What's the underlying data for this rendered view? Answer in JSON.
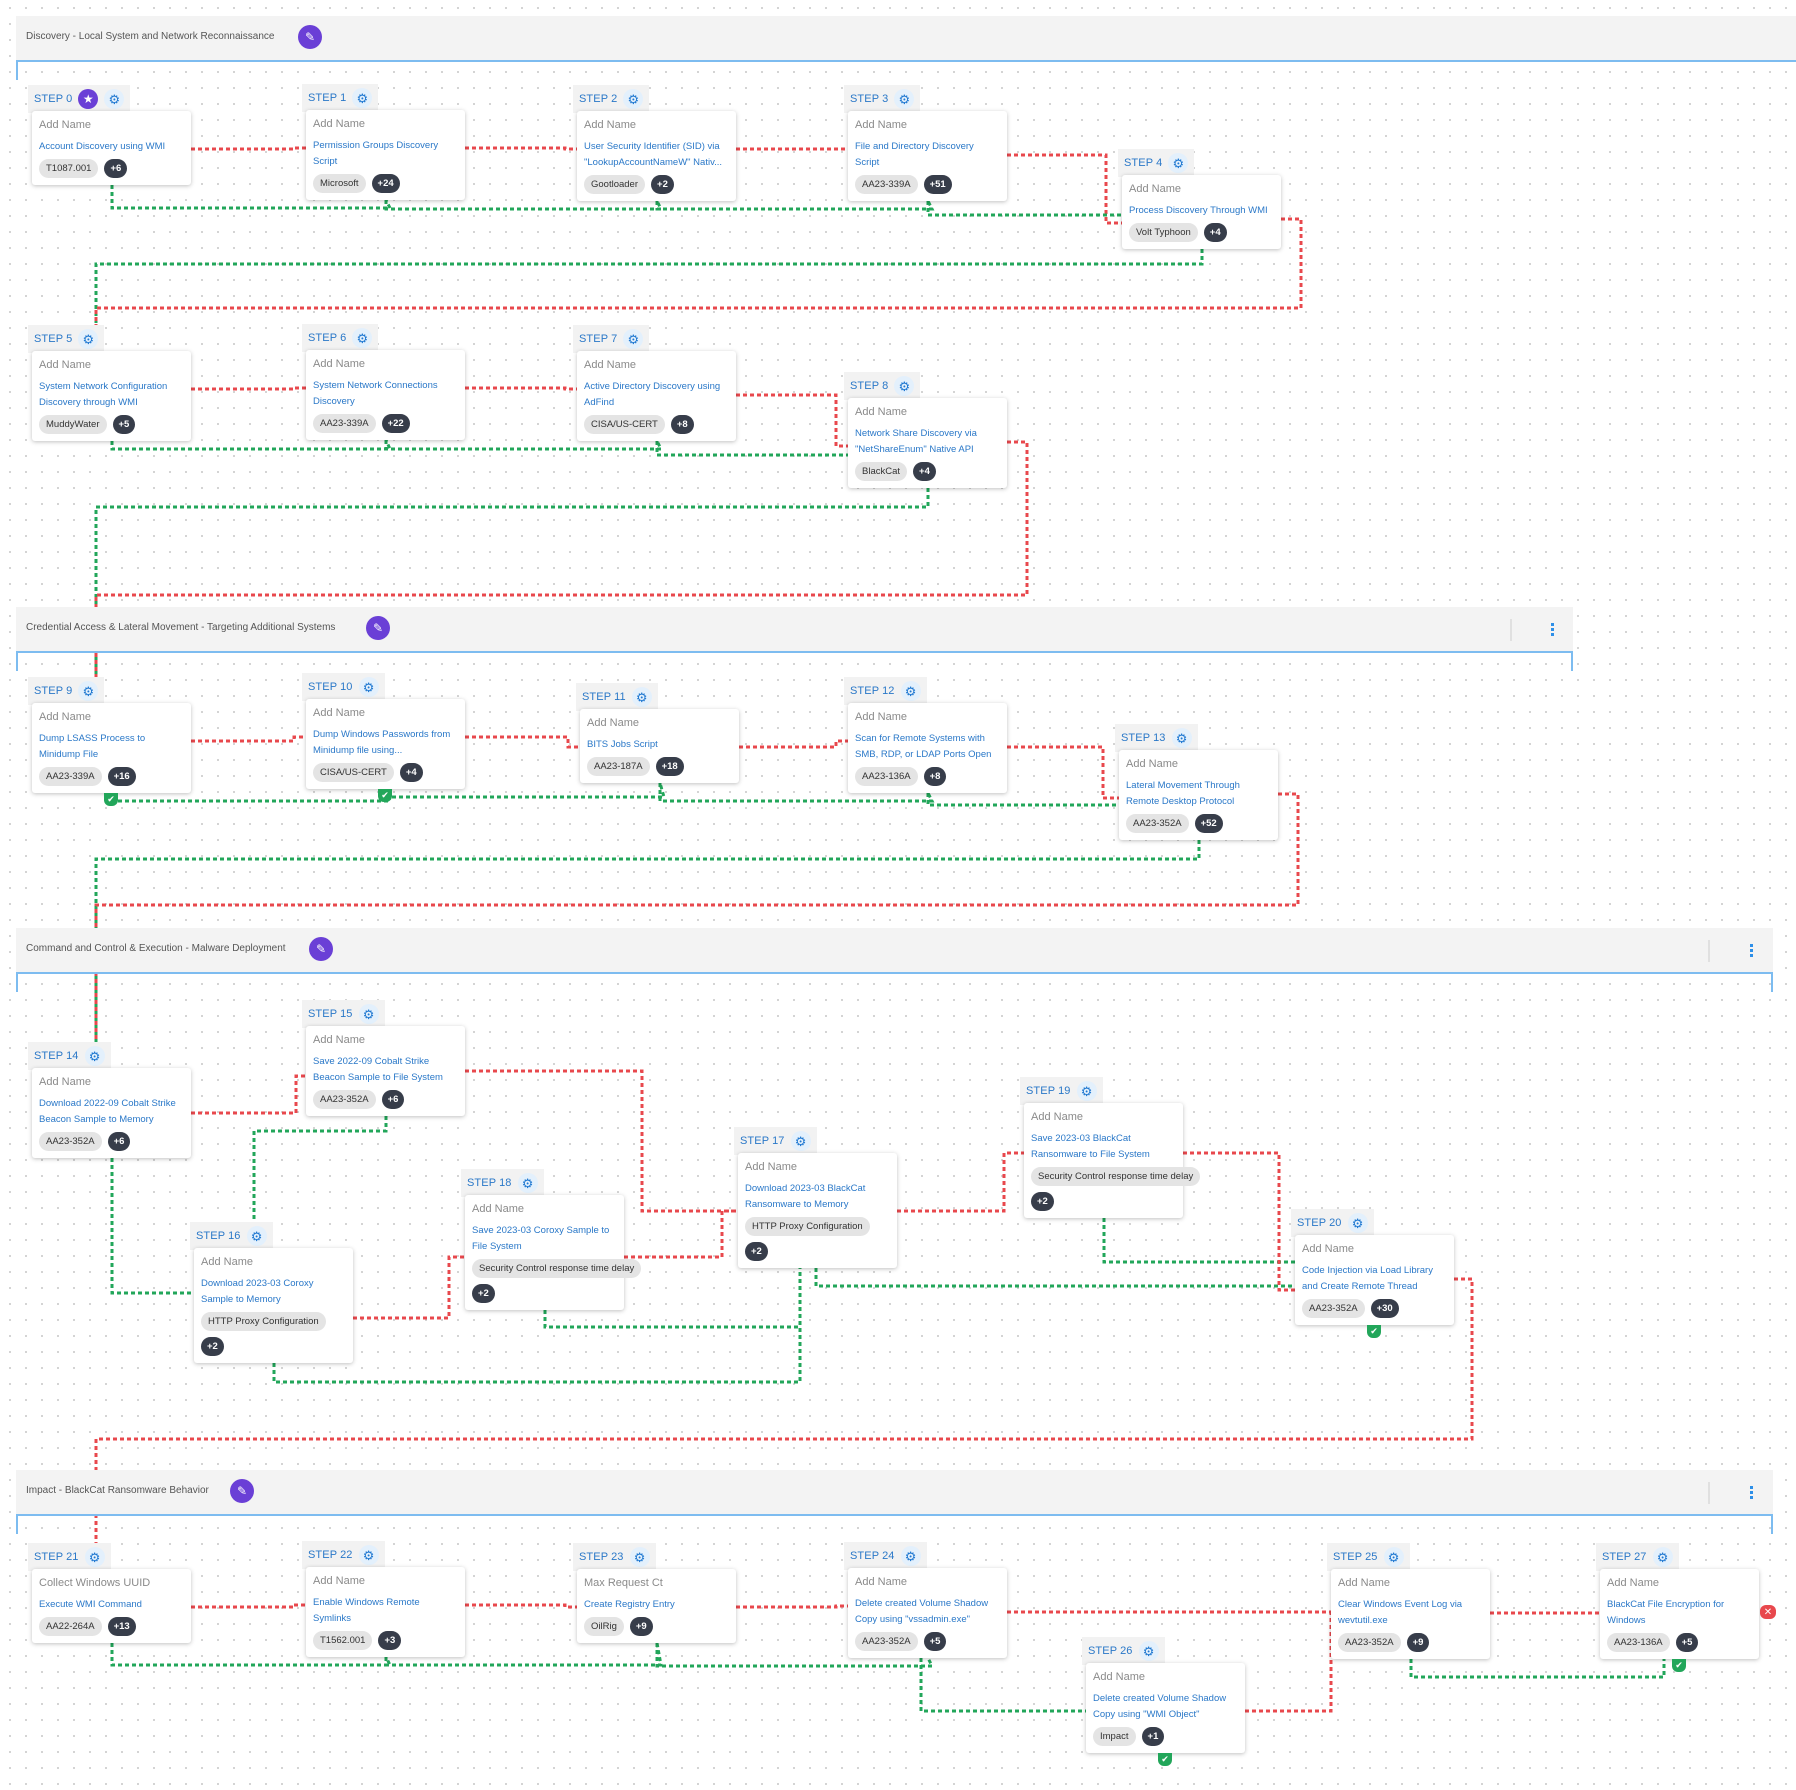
{
  "colors": {
    "success_edge": "#22a65a",
    "failure_edge": "#e8484d",
    "accent": "#6a3fd6",
    "link": "#2a78c8",
    "section_rule": "#7dbcf0"
  },
  "sections": [
    {
      "title": "Discovery - Local System and Network Reconnaissance",
      "edit_icon": "pencil-icon",
      "has_menu": false
    },
    {
      "title": "Credential Access & Lateral Movement - Targeting Additional Systems",
      "edit_icon": "pencil-icon",
      "has_menu": true
    },
    {
      "title": "Command and Control & Execution - Malware Deployment",
      "edit_icon": "pencil-icon",
      "has_menu": true
    },
    {
      "title": "Impact - BlackCat Ransomware Behavior",
      "edit_icon": "pencil-icon",
      "has_menu": true
    }
  ],
  "steps": [
    {
      "label": "STEP 0",
      "name": "Add Name",
      "desc": "Account Discovery using WMI",
      "tag": "T1087.001",
      "count": "+6",
      "start": true
    },
    {
      "label": "STEP 1",
      "name": "Add Name",
      "desc": "Permission Groups Discovery Script",
      "tag": "Microsoft",
      "count": "+24"
    },
    {
      "label": "STEP 2",
      "name": "Add Name",
      "desc": "User Security Identifier (SID) via \"LookupAccountNameW\" Nativ...",
      "tag": "Gootloader",
      "count": "+2"
    },
    {
      "label": "STEP 3",
      "name": "Add Name",
      "desc": "File and Directory Discovery Script",
      "tag": "AA23-339A",
      "count": "+51"
    },
    {
      "label": "STEP 4",
      "name": "Add Name",
      "desc": "Process Discovery Through WMI",
      "tag": "Volt Typhoon",
      "count": "+4"
    },
    {
      "label": "STEP 5",
      "name": "Add Name",
      "desc": "System Network Configuration Discovery through WMI",
      "tag": "MuddyWater",
      "count": "+5"
    },
    {
      "label": "STEP 6",
      "name": "Add Name",
      "desc": "System Network Connections Discovery",
      "tag": "AA23-339A",
      "count": "+22"
    },
    {
      "label": "STEP 7",
      "name": "Add Name",
      "desc": "Active Directory Discovery using AdFind",
      "tag": "CISA/US-CERT",
      "count": "+8"
    },
    {
      "label": "STEP 8",
      "name": "Add Name",
      "desc": "Network Share Discovery via \"NetShareEnum\" Native API",
      "tag": "BlackCat",
      "count": "+4"
    },
    {
      "label": "STEP 9",
      "name": "Add Name",
      "desc": "Dump LSASS Process to Minidump File",
      "tag": "AA23-339A",
      "count": "+16",
      "status": "success"
    },
    {
      "label": "STEP 10",
      "name": "Add Name",
      "desc": "Dump Windows Passwords from Minidump file using...",
      "tag": "CISA/US-CERT",
      "count": "+4",
      "status": "success"
    },
    {
      "label": "STEP 11",
      "name": "Add Name",
      "desc": "BITS Jobs Script",
      "tag": "AA23-187A",
      "count": "+18"
    },
    {
      "label": "STEP 12",
      "name": "Add Name",
      "desc": "Scan for Remote Systems with SMB, RDP, or LDAP Ports Open",
      "tag": "AA23-136A",
      "count": "+8"
    },
    {
      "label": "STEP 13",
      "name": "Add Name",
      "desc": "Lateral Movement Through Remote Desktop Protocol",
      "tag": "AA23-352A",
      "count": "+52"
    },
    {
      "label": "STEP 14",
      "name": "Add Name",
      "desc": "Download 2022-09 Cobalt Strike Beacon Sample to Memory",
      "tag": "AA23-352A",
      "count": "+6"
    },
    {
      "label": "STEP 15",
      "name": "Add Name",
      "desc": "Save 2022-09 Cobalt Strike Beacon Sample to File System",
      "tag": "AA23-352A",
      "count": "+6"
    },
    {
      "label": "STEP 16",
      "name": "Add Name",
      "desc": "Download 2023-03 Coroxy Sample to Memory",
      "tag": "HTTP Proxy Configuration",
      "count": "+2"
    },
    {
      "label": "STEP 17",
      "name": "Add Name",
      "desc": "Download 2023-03 BlackCat Ransomware to Memory",
      "tag": "HTTP Proxy Configuration",
      "count": "+2"
    },
    {
      "label": "STEP 18",
      "name": "Add Name",
      "desc": "Save 2023-03 Coroxy Sample to File System",
      "tag": "Security Control response time delay",
      "count": "+2"
    },
    {
      "label": "STEP 19",
      "name": "Add Name",
      "desc": "Save 2023-03 BlackCat Ransomware to File System",
      "tag": "Security Control response time delay",
      "count": "+2"
    },
    {
      "label": "STEP 20",
      "name": "Add Name",
      "desc": "Code Injection via Load Library and Create Remote Thread",
      "tag": "AA23-352A",
      "count": "+30",
      "status": "success"
    },
    {
      "label": "STEP 21",
      "name": "Collect Windows UUID",
      "desc": "Execute WMI Command",
      "tag": "AA22-264A",
      "count": "+13"
    },
    {
      "label": "STEP 22",
      "name": "Add Name",
      "desc": "Enable Windows Remote Symlinks",
      "tag": "T1562.001",
      "count": "+3"
    },
    {
      "label": "STEP 23",
      "name": "Max Request Ct",
      "desc": "Create Registry Entry",
      "tag": "OilRig",
      "count": "+9"
    },
    {
      "label": "STEP 24",
      "name": "Add Name",
      "desc": "Delete created Volume Shadow Copy using \"vssadmin.exe\"",
      "tag": "AA23-352A",
      "count": "+5"
    },
    {
      "label": "STEP 25",
      "name": "Add Name",
      "desc": "Clear Windows Event Log via wevtutil.exe",
      "tag": "AA23-352A",
      "count": "+9"
    },
    {
      "label": "STEP 26",
      "name": "Add Name",
      "desc": "Delete created Volume Shadow Copy using \"WMI Object\"",
      "tag": "Impact",
      "count": "+1",
      "status": "success"
    },
    {
      "label": "STEP 27",
      "name": "Add Name",
      "desc": "BlackCat File Encryption for Windows",
      "tag": "AA23-136A",
      "count": "+5",
      "status": "success",
      "failure_marker": true
    }
  ],
  "icons": {
    "gear": "gear-icon",
    "star": "star-icon",
    "check": "check-icon",
    "x": "x-icon",
    "pencil": "pencil-icon",
    "kebab": "kebab-menu-icon"
  }
}
